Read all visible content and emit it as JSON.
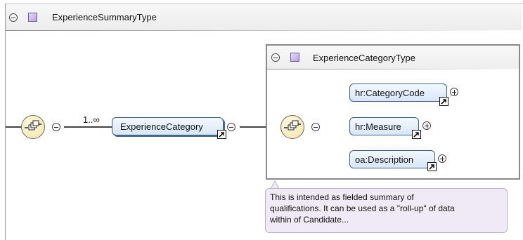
{
  "outer_type": {
    "name": "ExperienceSummaryType",
    "collapse_icon": "minus-circle-icon",
    "type_icon": "complex-type-icon"
  },
  "sequence_compositor": {
    "icon": "sequence-compositor-icon"
  },
  "experience_category": {
    "name": "ExperienceCategory",
    "multiplicity": "1..∞",
    "reference_icon": "reference-arrow-icon"
  },
  "inner_type": {
    "name": "ExperienceCategoryType",
    "collapse_icon": "minus-circle-icon",
    "type_icon": "complex-type-icon"
  },
  "inner_elements": [
    {
      "name": "hr:CategoryCode"
    },
    {
      "name": "hr:Measure"
    },
    {
      "name": "oa:Description"
    }
  ],
  "annotation": {
    "text": "This is intended as fielded summary of\nqualifications. It can be used as a \"roll-up\" of data\nwithin of Candidate..."
  },
  "colors": {
    "element_fill": "#d8e6f7",
    "element_border": "#3f5f8a",
    "compositor_fill": "#f7eab4",
    "type_icon": "#b6a1e0",
    "annotation_fill": "#efeaf6"
  }
}
